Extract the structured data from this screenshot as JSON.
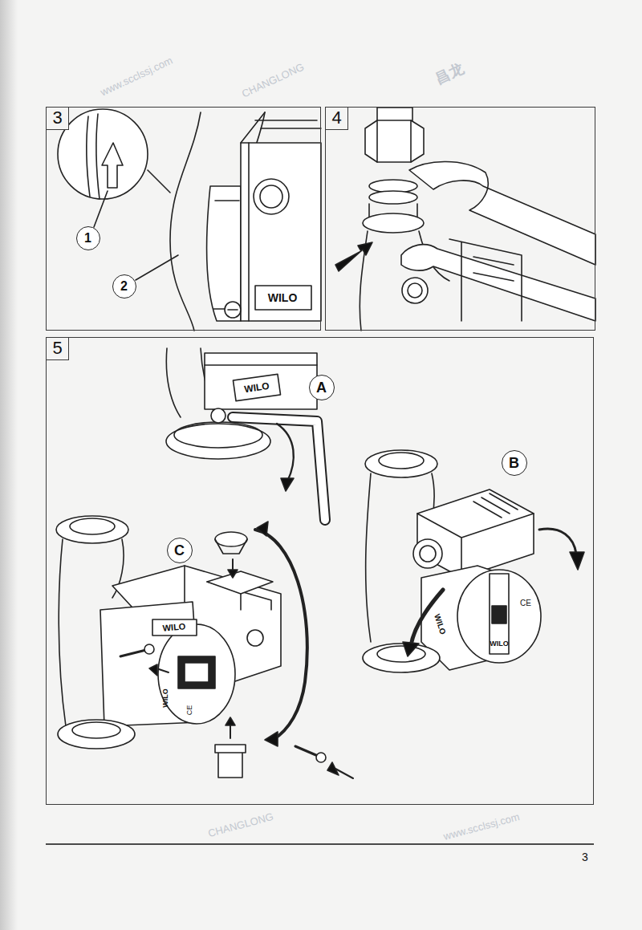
{
  "diagram": {
    "nodes": [
      {
        "text": [
          "3"
        ]
      },
      {
        "text": [
          "1"
        ],
        "in": 0
      },
      {
        "text": [
          "2"
        ],
        "in": 0
      },
      {
        "text": [
          "4"
        ]
      },
      {
        "text": [
          "5"
        ]
      },
      {
        "text": [
          "A"
        ],
        "in": 4
      },
      {
        "text": [
          "B"
        ],
        "in": 4
      },
      {
        "text": [
          "C"
        ],
        "in": 4
      }
    ],
    "labels": [
      "WILO",
      "WILO",
      "WILO",
      "WILO",
      "CE",
      "WILO",
      "WILO",
      "CE",
      "3",
      "www.scclssj.com",
      "CHANGLONG",
      "昌龙",
      "CHANGLONG",
      "www.scclssj.com"
    ]
  }
}
